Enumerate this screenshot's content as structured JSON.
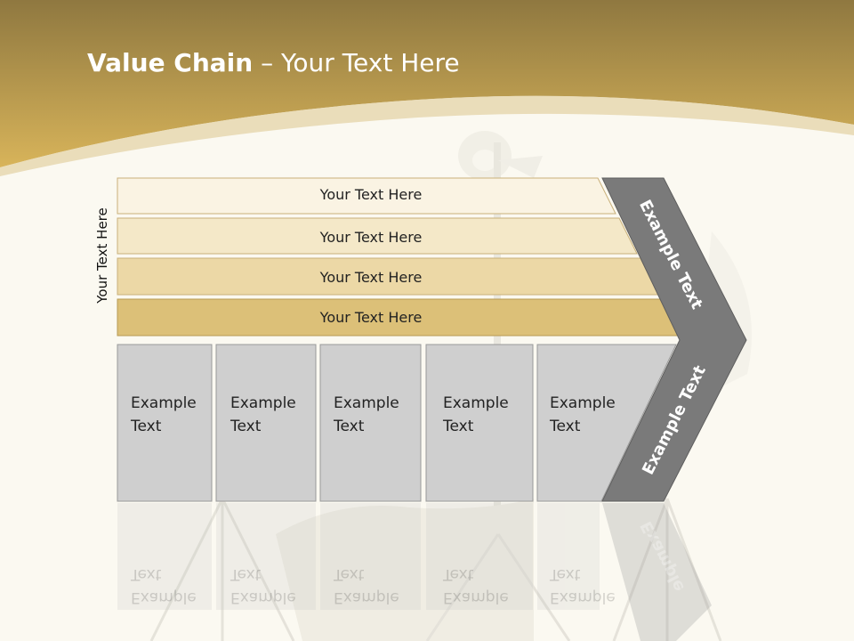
{
  "title": {
    "bold": "Value Chain",
    "rest": " – Your Text Here"
  },
  "side_label": "Your Text Here",
  "rows": [
    {
      "label": "Your Text Here"
    },
    {
      "label": "Your Text Here"
    },
    {
      "label": "Your Text Here"
    },
    {
      "label": "Your Text Here"
    }
  ],
  "boxes": [
    {
      "line1": "Example",
      "line2": "Text"
    },
    {
      "line1": "Example",
      "line2": "Text"
    },
    {
      "line1": "Example",
      "line2": "Text"
    },
    {
      "line1": "Example",
      "line2": "Text"
    },
    {
      "line1": "Example",
      "line2": "Text"
    }
  ],
  "chevron": {
    "upper": "Example Text",
    "lower": "Example Text",
    "reflection": "Example"
  },
  "colors": {
    "header_gold": "#c9a64e",
    "row1": "#faf3e3",
    "row2": "#f4e8c8",
    "row3": "#ecd8a6",
    "row4": "#dcc078",
    "box": "#cfcfcf",
    "chevron": "#7a7a7a"
  }
}
